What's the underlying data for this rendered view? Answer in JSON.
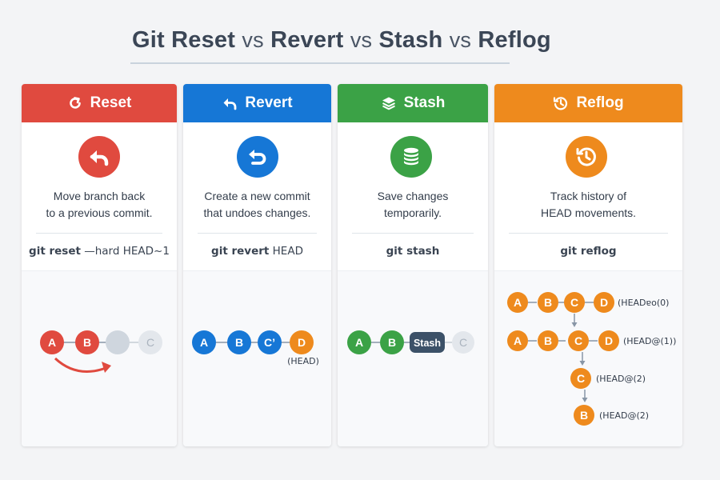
{
  "title": {
    "w1": "Git Reset",
    "vs1": "vs",
    "w2": "Revert",
    "vs2": "vs",
    "w3": "Stash",
    "vs3": "vs",
    "w4": "Reflog"
  },
  "colors": {
    "reset": "#e04a3f",
    "revert": "#1677d6",
    "stash": "#3ba246",
    "reflog": "#ee8a1d",
    "ghost": "#d6dbe1",
    "stash_box": "#3c5168"
  },
  "cards": [
    {
      "id": "reset",
      "header": "Reset",
      "header_icon": "reset-arrow-icon",
      "badge_icon": "undo-arrow-icon",
      "desc_line1": "Move branch back",
      "desc_line2": "to a previous commit.",
      "cmd_keyword": "git reset",
      "cmd_rest": " —hard HEAD~1",
      "nodes": [
        "A",
        "B",
        "",
        "C"
      ]
    },
    {
      "id": "revert",
      "header": "Revert",
      "header_icon": "reply-arrow-icon",
      "badge_icon": "revert-arrow-icon",
      "desc_line1": "Create a new commit",
      "desc_line2": "that undoes changes.",
      "cmd_keyword": "git revert",
      "cmd_rest": " HEAD",
      "nodes": [
        "A",
        "B",
        "C’",
        "D"
      ],
      "head_label": "(HEAD)"
    },
    {
      "id": "stash",
      "header": "Stash",
      "header_icon": "layers-icon",
      "badge_icon": "database-stack-icon",
      "desc_line1": "Save changes",
      "desc_line2": "temporarily.",
      "cmd_keyword": "git stash",
      "cmd_rest": "",
      "nodes": [
        "A",
        "B",
        "Stash",
        "C"
      ]
    },
    {
      "id": "reflog",
      "header": "Reflog",
      "header_icon": "history-icon",
      "badge_icon": "history-clock-icon",
      "desc_line1": "Track history of",
      "desc_line2": "HEAD movements.",
      "cmd_keyword": "git reflog",
      "cmd_rest": "",
      "row1": [
        "A",
        "B",
        "C",
        "D"
      ],
      "row1_label": "(HEADɐo(0)",
      "row2": [
        "A",
        "B",
        "C",
        "D"
      ],
      "row2_label": "(HEAD@(1))",
      "row3_node": "C",
      "row3_label": "(HEAD@(2)",
      "row4_node": "B",
      "row4_label": "(HEAD@(2)"
    }
  ]
}
